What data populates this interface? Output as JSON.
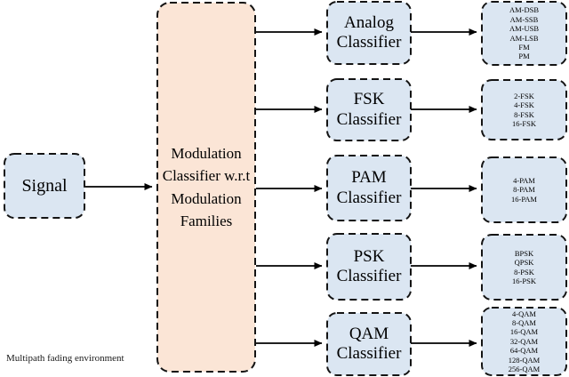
{
  "colors": {
    "node_fill_blue": "#dbe6f2",
    "root_fill_peach": "#fbe5d6",
    "border": "#141414",
    "arrow": "#000000",
    "background": "#ffffff"
  },
  "signal": {
    "label": "Signal"
  },
  "root": {
    "label": "Modulation Classifier w.r.t Modulation Families"
  },
  "families": [
    {
      "classifier": "Analog Classifier",
      "outputs": [
        "AM-DSB",
        "AM-SSB",
        "AM-USB",
        "AM-LSB",
        "FM",
        "PM"
      ]
    },
    {
      "classifier": "FSK Classifier",
      "outputs": [
        "2-FSK",
        "4-FSK",
        "8-FSK",
        "16-FSK"
      ]
    },
    {
      "classifier": "PAM Classifier",
      "outputs": [
        "4-PAM",
        "8-PAM",
        "16-PAM"
      ]
    },
    {
      "classifier": "PSK Classifier",
      "outputs": [
        "BPSK",
        "QPSK",
        "8-PSK",
        "16-PSK"
      ]
    },
    {
      "classifier": "QAM Classifier",
      "outputs": [
        "4-QAM",
        "8-QAM",
        "16-QAM",
        "32-QAM",
        "64-QAM",
        "128-QAM",
        "256-QAM"
      ]
    }
  ],
  "footnote": "Multipath fading environment"
}
